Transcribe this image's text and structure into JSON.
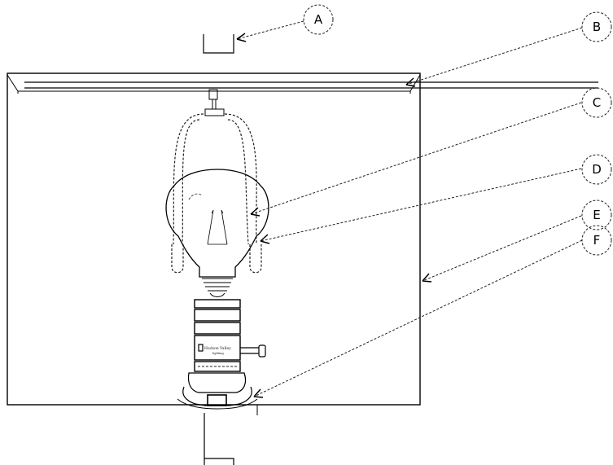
{
  "callouts": [
    {
      "id": "A",
      "label": "A"
    },
    {
      "id": "B",
      "label": "B"
    },
    {
      "id": "C",
      "label": "C"
    },
    {
      "id": "D",
      "label": "D"
    },
    {
      "id": "E",
      "label": "E"
    },
    {
      "id": "F",
      "label": "F"
    }
  ],
  "socket_brand": {
    "line1": "Hudson Valley",
    "line2": "lighting"
  }
}
